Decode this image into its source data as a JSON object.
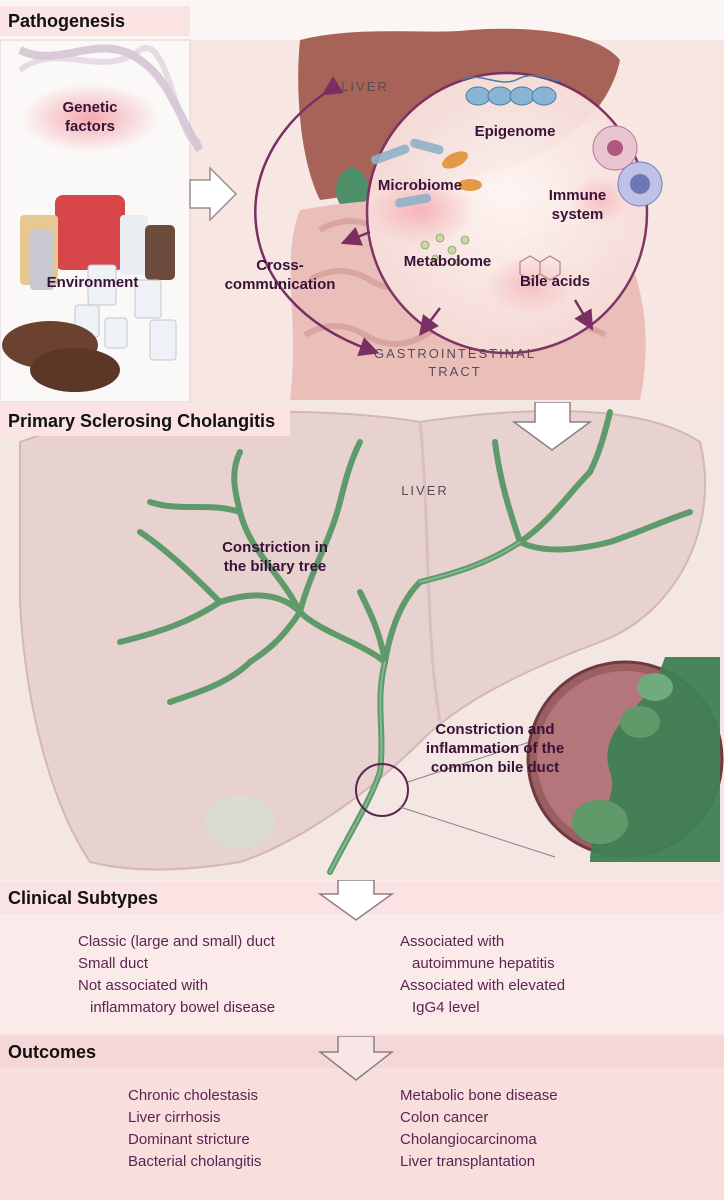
{
  "sections": {
    "pathogenesis": "Pathogenesis",
    "psc": "Primary Sclerosing Cholangitis",
    "subtypes": "Clinical Subtypes",
    "outcomes": "Outcomes"
  },
  "pathogenesis": {
    "genetic": [
      "Genetic",
      "factors"
    ],
    "environment": "Environment",
    "liver": "LIVER",
    "epigenome": "Epigenome",
    "microbiome": "Microbiome",
    "immune": [
      "Immune",
      "system"
    ],
    "metabolome": "Metabolome",
    "bile_acids": "Bile acids",
    "cross": [
      "Cross-",
      "communication"
    ],
    "gi": [
      "GASTROINTESTINAL",
      "TRACT"
    ]
  },
  "psc": {
    "liver": "LIVER",
    "constriction_tree": [
      "Constriction in",
      "the biliary tree"
    ],
    "constriction_duct": [
      "Constriction and",
      "inflammation of  the",
      "common bile duct"
    ]
  },
  "subtypes": {
    "left": [
      {
        "text": "Classic (large and small) duct",
        "indent": false
      },
      {
        "text": "Small duct",
        "indent": false
      },
      {
        "text": "Not associated with",
        "indent": false
      },
      {
        "text": "inflammatory bowel disease",
        "indent": true
      }
    ],
    "right": [
      {
        "text": "Associated with",
        "indent": false
      },
      {
        "text": "autoimmune hepatitis",
        "indent": true
      },
      {
        "text": "Associated with elevated",
        "indent": false
      },
      {
        "text": "IgG4 level",
        "indent": true
      }
    ]
  },
  "outcomes": {
    "left": [
      "Chronic cholestasis",
      "Liver cirrhosis",
      "Dominant stricture",
      "Bacterial cholangitis"
    ],
    "right": [
      "Metabolic bone disease",
      "Colon cancer",
      "Cholangiocarcinoma",
      "Liver transplantation"
    ]
  },
  "colors": {
    "header_bg": "#fbe2e3",
    "label": "#3a1238",
    "duct_green": "#5f9a6a",
    "arrow_purple": "#7a2f63"
  }
}
